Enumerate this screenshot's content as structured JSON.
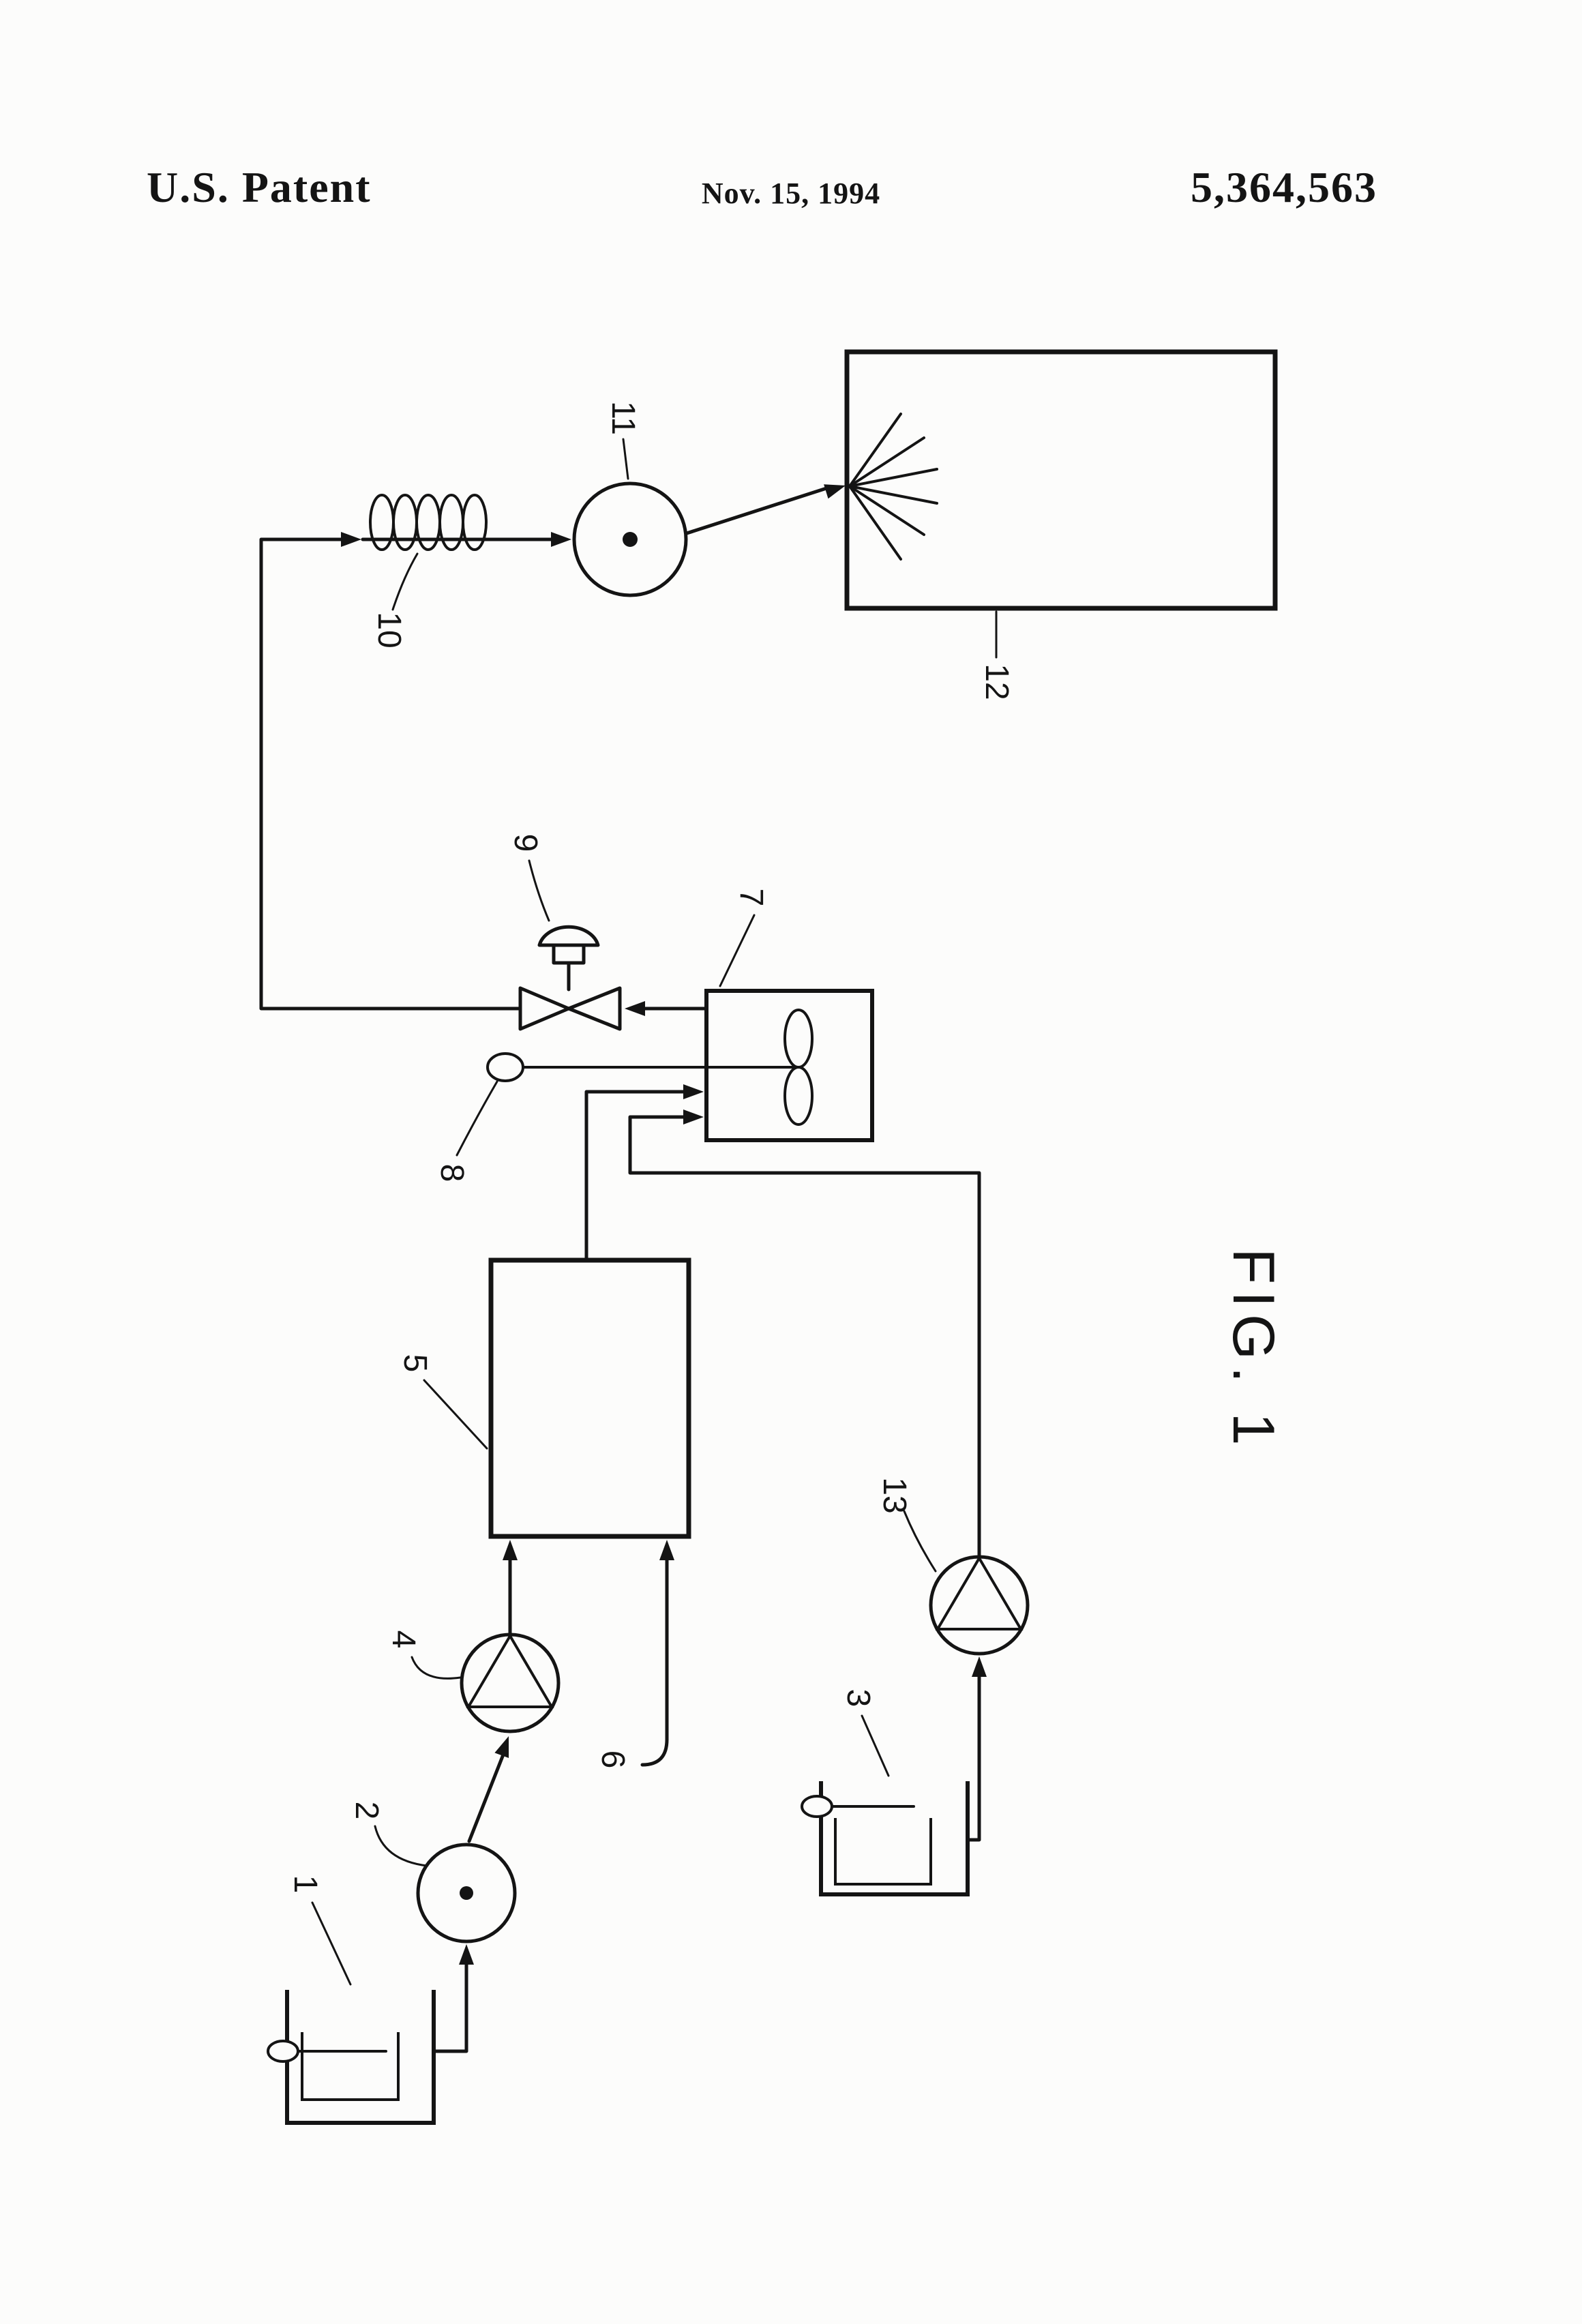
{
  "colors": {
    "ink": "#141414",
    "paper": "#fcfcfb"
  },
  "header": {
    "title": "U.S. Patent",
    "date": "Nov. 15, 1994",
    "patent_number": "5,364,563"
  },
  "figure": {
    "caption": "FIG. 1",
    "reference_numerals": {
      "r1": "1",
      "r2": "2",
      "r3": "3",
      "r4": "4",
      "r5": "5",
      "r6": "6",
      "r7": "7",
      "r8": "8",
      "r9": "9",
      "r10": "10",
      "r11": "11",
      "r12": "12",
      "r13": "13"
    }
  }
}
